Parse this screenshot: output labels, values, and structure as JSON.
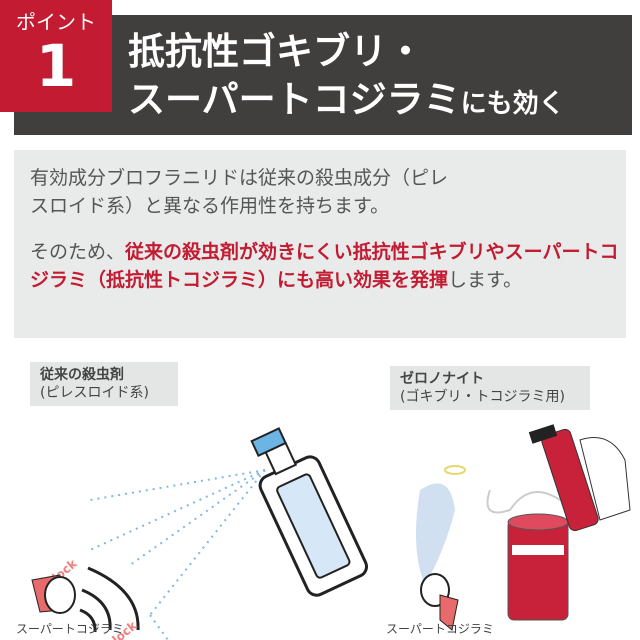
{
  "badge": {
    "label": "ポイント",
    "number": "1"
  },
  "title": {
    "line1": "抵抗性ゴキブリ・",
    "line2_main": "スーパートコジラミ",
    "line2_tail": "にも効く"
  },
  "description": {
    "p1": "有効成分ブロフラニリドは従来の殺虫成分（ピレスロイド系）と異なる作用性を持ちます。",
    "p2_prefix": "そのため、",
    "p2_highlight": "従来の殺虫剤が効きにくい抵抗性ゴキブリやスーパートコジラミ（抵抗性トコジラミ）にも高い効果を発揮",
    "p2_suffix": "します。"
  },
  "left_panel": {
    "title": "従来の殺虫剤",
    "subtitle": "(ピレスロイド系)",
    "block1": "block",
    "block2": "block",
    "caption": "スーパートコジラミ"
  },
  "right_panel": {
    "title": "ゼロノナイト",
    "subtitle": "(ゴキブリ・トコジラミ用)",
    "caption": "スーパートコジラミ"
  },
  "colors": {
    "accent": "#c31b31",
    "banner": "#413e3e",
    "panel": "#e9ebeb"
  }
}
